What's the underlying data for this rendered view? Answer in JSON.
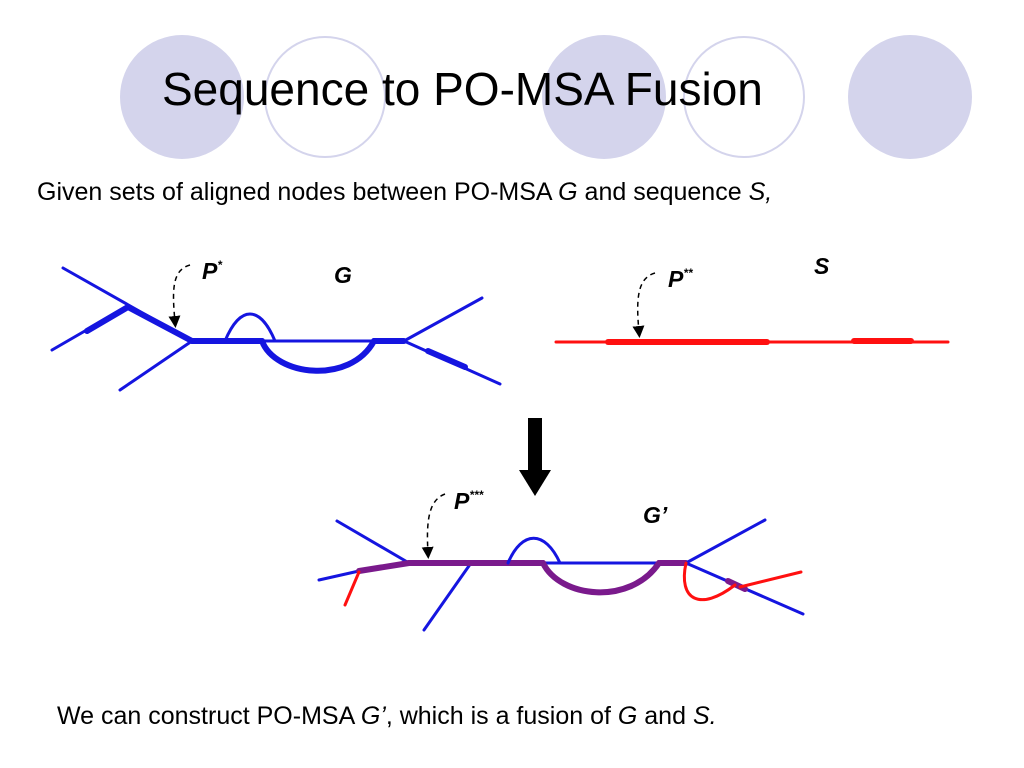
{
  "slide": {
    "title": "Sequence to PO-MSA Fusion",
    "intro": {
      "prefix": "Given sets of aligned nodes between PO-MSA ",
      "g": "G",
      "middle": " and sequence ",
      "s": "S,"
    },
    "conclusion": {
      "prefix": "We can construct PO-MSA ",
      "gprime": "G’",
      "middle": ", which is a fusion of ",
      "g": "G",
      "and": " and ",
      "s": "S."
    }
  },
  "diagram": {
    "graph_g": {
      "label": "G",
      "pointer": "P",
      "pointer_sup": "*"
    },
    "sequence_s": {
      "label": "S",
      "pointer": "P",
      "pointer_sup": "**"
    },
    "fused": {
      "label": "G’",
      "pointer": "P",
      "pointer_sup": "***"
    },
    "colors": {
      "graph": "#1515e0",
      "sequence": "#ff1010",
      "fusion": "#7a1a8c",
      "accent": "#d4d4ec",
      "arrow": "#000000"
    }
  }
}
